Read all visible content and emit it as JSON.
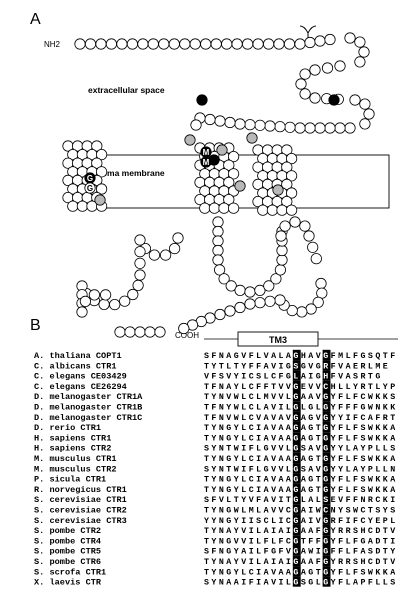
{
  "panel_a": {
    "label": "A",
    "n_terminus": "NH2",
    "c_terminus": "COOH",
    "extracellular_label": "extracellular space",
    "membrane_label": "plasma membrane",
    "motif_letters": [
      "G",
      "G",
      "M",
      "M"
    ]
  },
  "panel_b": {
    "label": "B",
    "tm_label": "TM3",
    "rows": [
      {
        "species": "A. thaliana COPT1",
        "seq": "SFNAGVFLVALAGHAVGFMLFGSQTF"
      },
      {
        "species": "C. albicans CTR1",
        "seq": "TYTLTYFFAVIGSGVGRFVAERLME"
      },
      {
        "species": "C. elegans CE03429",
        "seq": "VFSVYICSLCFGLAIGHFVASRTG"
      },
      {
        "species": "C. elegans CE26294",
        "seq": "TFNAYLCFFTVVGEVVCHLLYRTLYP"
      },
      {
        "species": "D. melanogaster CTR1A",
        "seq": "TYNVWLCLMVVLGAAVGYFLFCWKKS"
      },
      {
        "species": "D. melanogaster CTR1B",
        "seq": "TFNYWLCLAVILGLGLGYFFFGWNKK"
      },
      {
        "species": "D. melanogaster CTR1C",
        "seq": "TFNVWLCVAVAVGAGVGYYIFCAFRT"
      },
      {
        "species": "D. rerio CTR1",
        "seq": "TYNGYLCIAVAAGAGTGYFLFSWKKA"
      },
      {
        "species": "H. sapiens CTR1",
        "seq": "TYNGYLCIAVAAGAGTGYFLFSWKKA"
      },
      {
        "species": "H. sapiens CTR2",
        "seq": "SYNTWIFLGVVLGSAVGYYLAYPLLS"
      },
      {
        "species": "M. musculus CTR1",
        "seq": "TYNGYLCIAVAAGAGTGYFLFSWKKA"
      },
      {
        "species": "M. musculus CTR2",
        "seq": "SYNTWIFLGVVLGSAVGYYLAYPLLN"
      },
      {
        "species": "P. sicula CTR1",
        "seq": "TYNGYLCIAVAAGAGTGYFLFSWKKA"
      },
      {
        "species": "R. norvegicus CTR1",
        "seq": "TYNGYLCIAVAAGAGTGYFLFSWKKA"
      },
      {
        "species": "S. cerevisiae CTR1",
        "seq": "SFVLTYVFAVITGLALSEVFFNRCKI"
      },
      {
        "species": "S. cerevisiae CTR2",
        "seq": "TYNGWLMLAVVCGAIWCNYSWCTSYS"
      },
      {
        "species": "S. cerevisiae CTR3",
        "seq": "YYNGYIISCLICGAIVGRFIFCYEPL"
      },
      {
        "species": "S. pombe CTR2",
        "seq": "TYNAYVILAIAIGAAFGYRRSHCDTV"
      },
      {
        "species": "S. pombe CTR4",
        "seq": "TYNGVVILFLFCGTFFGYFLFGADTI"
      },
      {
        "species": "S. pombe CTR5",
        "seq": "SFNGYAILFGFVGAWIGFFLFASDTY"
      },
      {
        "species": "S. pombe CTR6",
        "seq": "TYNAYVILAIAIGAAFGYRRSHCDTV"
      },
      {
        "species": "S. scrofa CTR1",
        "seq": "TYNGYLCIAVAAGAGTGYFLFSWKKA"
      },
      {
        "species": "X. laevis CTR",
        "seq": "SYNAAIFIAVILGSGLGYFLAPFLLS"
      }
    ],
    "highlight_positions": [
      12,
      16
    ]
  }
}
